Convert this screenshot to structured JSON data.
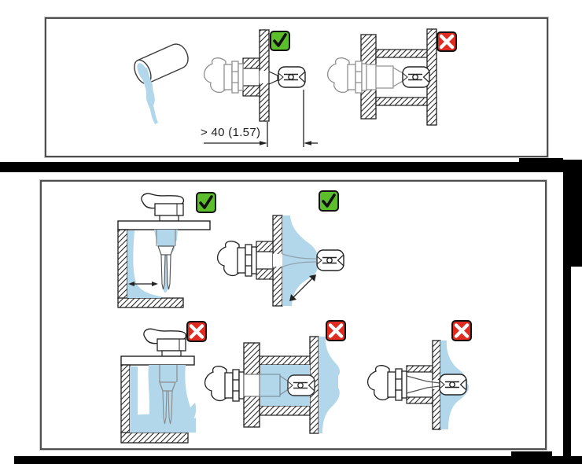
{
  "figure": {
    "dimension_label": "> 40 (1.57)",
    "panel_top": {
      "name": "minimum-distance-from-tank-wall",
      "items": [
        {
          "diagram": "fork-sensor-with-clearance-from-wall",
          "status": "correct",
          "marker": "check"
        },
        {
          "diagram": "fork-sensor-inside-nozzle",
          "status": "incorrect",
          "marker": "cross"
        }
      ]
    },
    "panel_bottom": {
      "name": "keep-away-from-filling-curtain",
      "items": [
        {
          "diagram": "vertical-sensor-clear-of-wall-film",
          "status": "correct",
          "marker": "check"
        },
        {
          "diagram": "horizontal-sensor-fork-beyond-liquid-film",
          "status": "correct",
          "marker": "check"
        },
        {
          "diagram": "vertical-sensor-in-filling-stream",
          "status": "incorrect",
          "marker": "cross"
        },
        {
          "diagram": "horizontal-sensor-in-flooded-nozzle",
          "status": "incorrect",
          "marker": "cross"
        },
        {
          "diagram": "horizontal-sensor-fork-in-liquid-film",
          "status": "incorrect",
          "marker": "cross"
        }
      ]
    }
  },
  "colors": {
    "liquid": "#b3d7ea",
    "ok_green": "#5dbe2c",
    "error_red": "#e02b20",
    "line": "#222222",
    "panel_border": "#4f4f4f",
    "artifact_black": "#000000"
  }
}
